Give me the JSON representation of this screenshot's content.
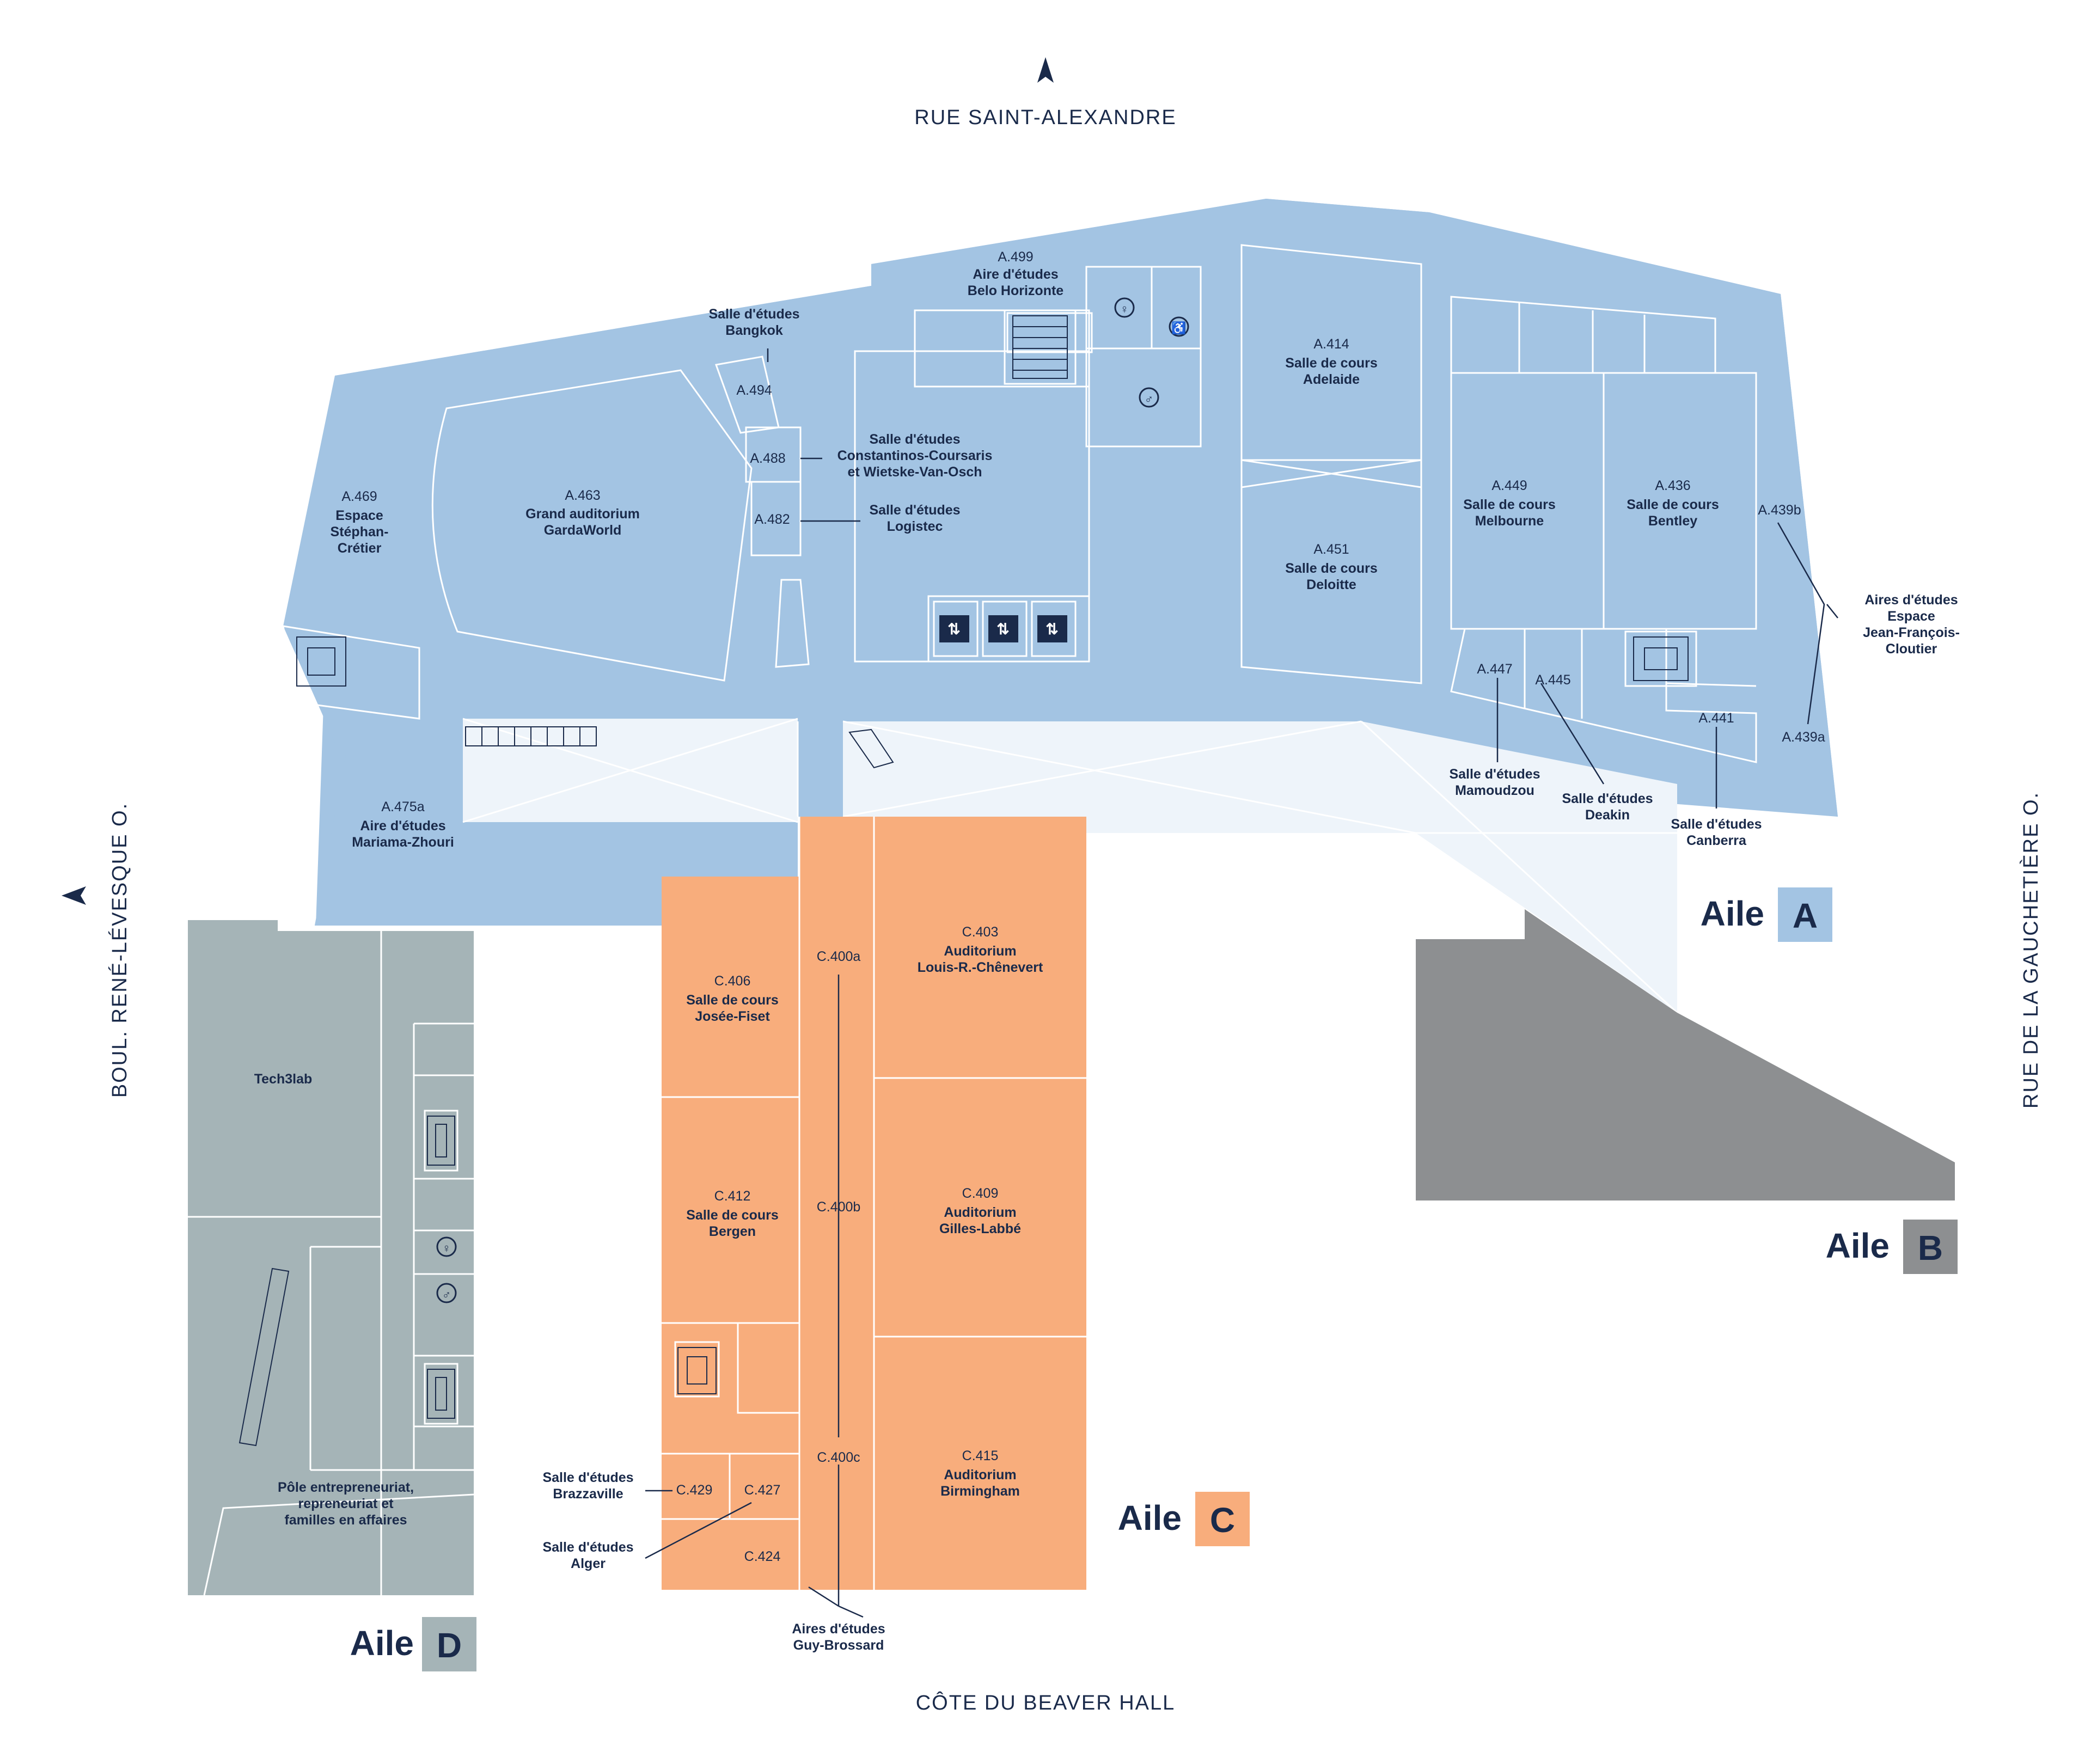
{
  "streets": {
    "north": "RUE SAINT-ALEXANDRE",
    "south": "CÔTE DU BEAVER HALL",
    "west": "BOUL. RENÉ-LÉVESQUE O.",
    "east": "RUE DE LA GAUCHETIÈRE O."
  },
  "wings": {
    "word": "Aile",
    "a": "A",
    "b": "B",
    "c": "C",
    "d": "D"
  },
  "colors": {
    "wing_a": "#a3c4e3",
    "wing_a_atrium": "#eef4fa",
    "wing_b": "#8d8f91",
    "wing_c": "#f8ad7c",
    "wing_d": "#a5b4b7",
    "text": "#1a2a4a",
    "walls": "#ffffff"
  },
  "icons": [
    "north-arrow-icon",
    "stairs-icon",
    "elevator-icon",
    "restroom-icon",
    "accessible-restroom-icon",
    "door-swing-icon"
  ],
  "rooms": {
    "a499": {
      "num": "A.499",
      "l1": "Aire d'études",
      "l2": "Belo Horizonte"
    },
    "a494": {
      "num": "A.494",
      "l1": "Salle d'études",
      "l2": "Bangkok"
    },
    "a488": {
      "num": "A.488",
      "l1": "Salle d'études",
      "l2": "Constantinos-Coursaris",
      "l3": "et Wietske-Van-Osch"
    },
    "a482": {
      "num": "A.482",
      "l1": "Salle d'études",
      "l2": "Logistec"
    },
    "a469": {
      "num": "A.469",
      "l1": "Espace",
      "l2": "Stéphan-",
      "l3": "Crétier"
    },
    "a463": {
      "num": "A.463",
      "l1": "Grand auditorium",
      "l2": "GardaWorld"
    },
    "a414": {
      "num": "A.414",
      "l1": "Salle de cours",
      "l2": "Adelaide"
    },
    "a451": {
      "num": "A.451",
      "l1": "Salle de cours",
      "l2": "Deloitte"
    },
    "a449": {
      "num": "A.449",
      "l1": "Salle de cours",
      "l2": "Melbourne"
    },
    "a436": {
      "num": "A.436",
      "l1": "Salle de cours",
      "l2": "Bentley"
    },
    "a439b": {
      "num": "A.439b"
    },
    "a439a": {
      "num": "A.439a"
    },
    "a439": {
      "l1": "Aires d'études",
      "l2": "Espace",
      "l3": "Jean-François-",
      "l4": "Cloutier"
    },
    "a447": {
      "num": "A.447",
      "l1": "Salle d'études",
      "l2": "Mamoudzou"
    },
    "a445": {
      "num": "A.445",
      "l1": "Salle d'études",
      "l2": "Deakin"
    },
    "a441": {
      "num": "A.441",
      "l1": "Salle d'études",
      "l2": "Canberra"
    },
    "a475a": {
      "num": "A.475a",
      "l1": "Aire d'études",
      "l2": "Mariama-Zhouri"
    },
    "c406": {
      "num": "C.406",
      "l1": "Salle de cours",
      "l2": "Josée-Fiset"
    },
    "c412": {
      "num": "C.412",
      "l1": "Salle de cours",
      "l2": "Bergen"
    },
    "c400a": {
      "num": "C.400a"
    },
    "c400b": {
      "num": "C.400b"
    },
    "c400c": {
      "num": "C.400c"
    },
    "c400": {
      "l1": "Aires d'études",
      "l2": "Guy-Brossard"
    },
    "c403": {
      "num": "C.403",
      "l1": "Auditorium",
      "l2": "Louis-R.-Chênevert"
    },
    "c409": {
      "num": "C.409",
      "l1": "Auditorium",
      "l2": "Gilles-Labbé"
    },
    "c415": {
      "num": "C.415",
      "l1": "Auditorium",
      "l2": "Birmingham"
    },
    "c429": {
      "num": "C.429",
      "l1": "Salle d'études",
      "l2": "Brazzaville"
    },
    "c427": {
      "num": "C.427",
      "l1": "Salle d'études",
      "l2": "Alger"
    },
    "c424": {
      "num": "C.424"
    },
    "tech3lab": {
      "l1": "Tech3lab"
    },
    "pole": {
      "l1": "Pôle entrepreneuriat,",
      "l2": "repreneuriat et",
      "l3": "familles en affaires"
    }
  }
}
